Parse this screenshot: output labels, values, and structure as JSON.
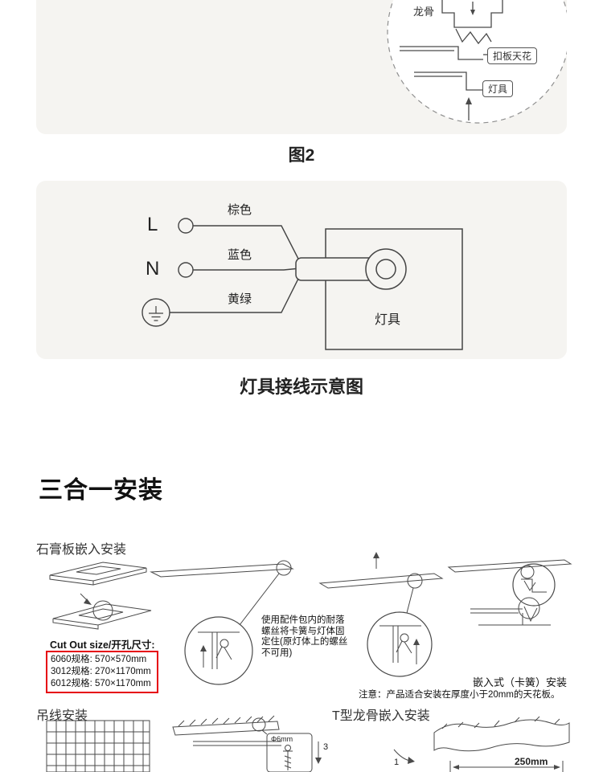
{
  "colors": {
    "panel_bg": "#f5f4f1",
    "line": "#4a4a4a",
    "accent_red": "#e60012"
  },
  "figure2": {
    "caption": "图2",
    "label_keel": "龙骨",
    "label_ceiling": "扣板天花",
    "label_lamp": "灯具"
  },
  "wiring": {
    "caption": "灯具接线示意图",
    "terminal_l": "L",
    "terminal_n": "N",
    "wire_brown": "棕色",
    "wire_blue": "蓝色",
    "wire_yellow_green": "黄绿",
    "lamp_label": "灯具"
  },
  "install": {
    "section_title": "三合一安装",
    "gypsum_title": "石膏板嵌入安装",
    "cutout_heading": "Cut Out size/开孔尺寸:",
    "cutout_specs": [
      "6060规格: 570×570mm",
      "3012规格: 270×1170mm",
      "6012规格: 570×1170mm"
    ],
    "screw_note_lines": [
      "使用配件包内的耐落",
      "螺丝将卡簧与灯体固",
      "定住(原灯体上的螺丝",
      "不可用)"
    ],
    "method_label": "嵌入式（卡簧）安装",
    "notice": "注意：产品适合安装在厚度小于20mm的天花板。",
    "suspension_title": "吊线安装",
    "tbar_title": "T型龙骨嵌入安装",
    "anchor_label": "Φ6mm",
    "step_3": "3",
    "step_1": "1",
    "dim_250": "250mm"
  }
}
